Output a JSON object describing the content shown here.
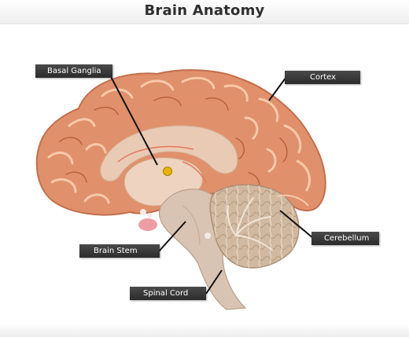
{
  "title": "Brain Anatomy",
  "labels": {
    "basal_ganglia": "Basal Ganglia",
    "cortex": "Cortex",
    "brain_stem": "Brain Stem",
    "cerebellum": "Cerebellum",
    "spinal_cord": "Spinal Cord"
  },
  "colors": {
    "cerebrum": "#e0906a",
    "cerebrum_outline": "#c26f4e",
    "inner_tissue": "#e9cbb5",
    "brainstem": "#d9c3b2",
    "cerebellum": "#d1b9a1",
    "nucleus": "#e8b400",
    "label_bg": "#333333"
  }
}
